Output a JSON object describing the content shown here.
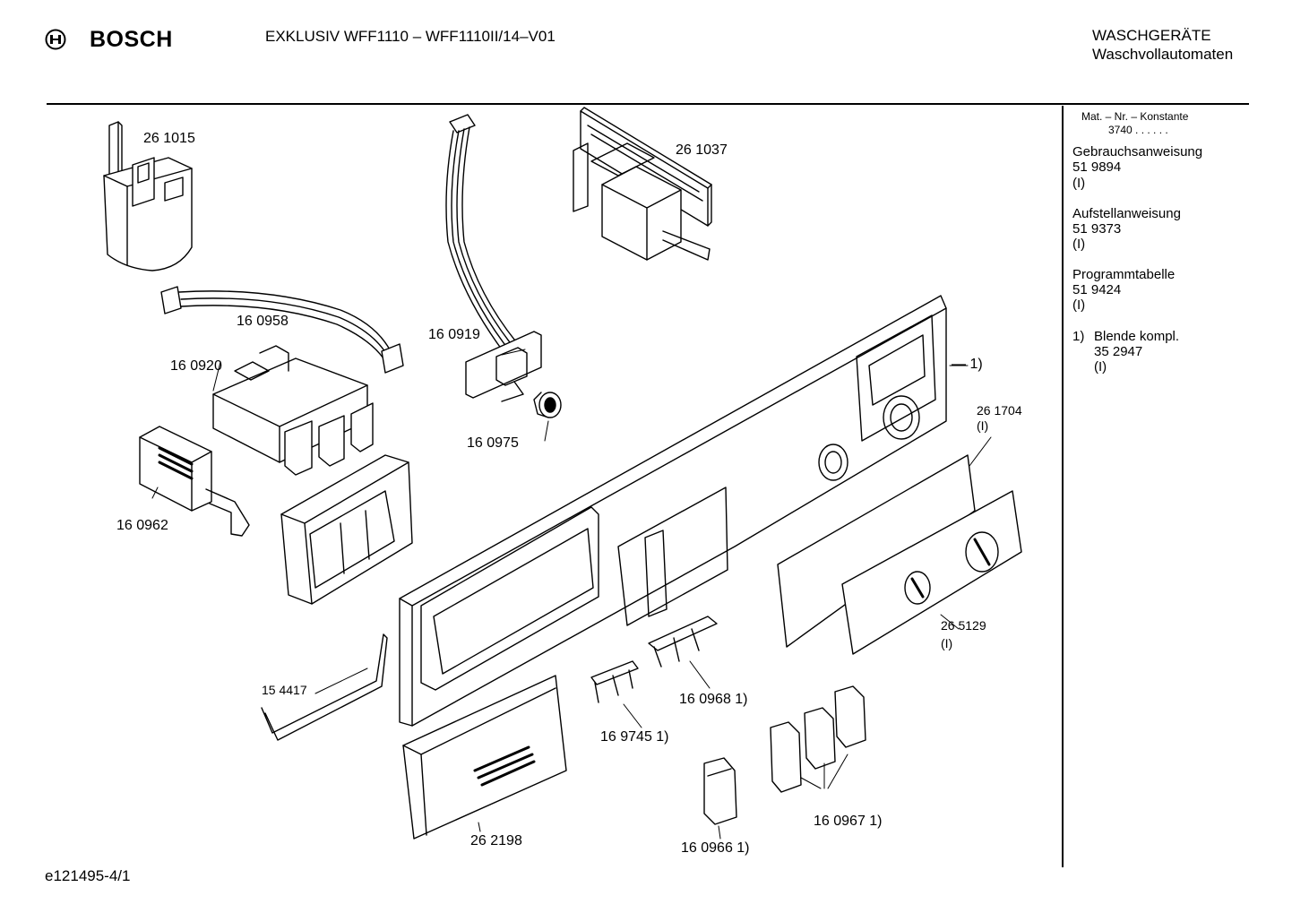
{
  "header": {
    "brand": "BOSCH",
    "model": "EXKLUSIV WFF1110 – WFF1110II/14–V01",
    "category_line1": "WASCHGERÄTE",
    "category_line2": "Waschvollautomaten"
  },
  "sidebar": {
    "mat_label": "Mat. – Nr. – Konstante",
    "mat_value": "3740 . . . . . .",
    "docs": [
      {
        "title": "Gebrauchsanweisung",
        "number": "51 9894",
        "note": "(I)"
      },
      {
        "title": "Aufstellanweisung",
        "number": "51 9373",
        "note": "(I)"
      },
      {
        "title": "Programmtabelle",
        "number": "51 9424",
        "note": "(I)"
      }
    ],
    "footnote": {
      "marker": "1)",
      "title": "Blende kompl.",
      "number": "35 2947",
      "note": "(I)"
    }
  },
  "parts": {
    "p261015": "26 1015",
    "p261037": "26 1037",
    "p160958": "16 0958",
    "p160919": "16 0919",
    "p160920": "16 0920",
    "p160975": "16 0975",
    "p160962": "16 0962",
    "p1": "— 1)",
    "p261704": "26 1704",
    "p261704_note": "(I)",
    "p265129": "26 5129",
    "p265129_note": "(I)",
    "p154417": "15 4417",
    "p160968": "16 0968 1)",
    "p169745": "16 9745 1)",
    "p262198": "26 2198",
    "p160966": "16 0966 1)",
    "p160967": "16 0967 1)"
  },
  "footer": {
    "code": "e121495-4/1"
  }
}
